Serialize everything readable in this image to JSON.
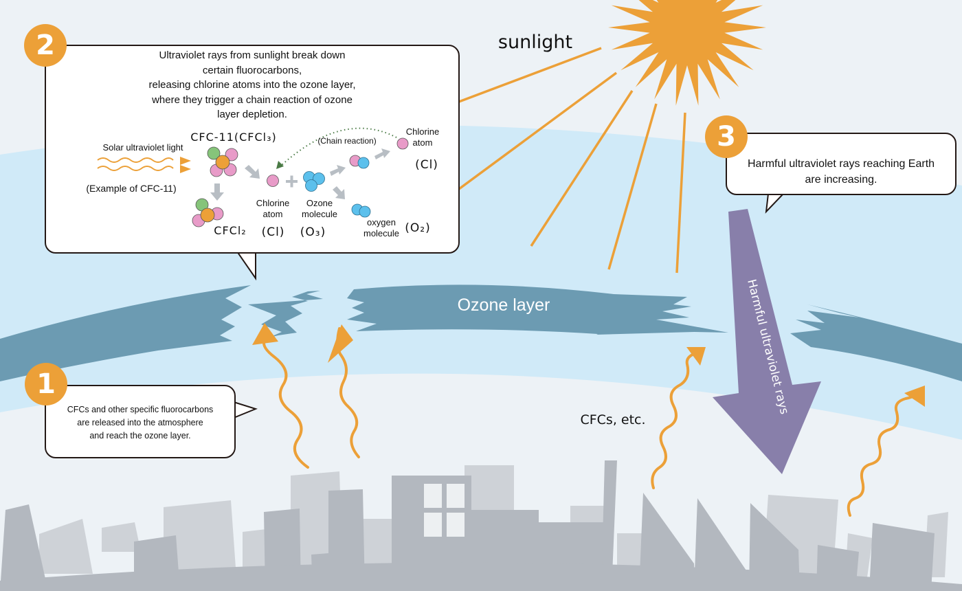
{
  "colors": {
    "sky": "#edf2f6",
    "atmosphere": "#d0eaf8",
    "ozone": "#6c9bb2",
    "sun": "#eca038",
    "uv_arrow": "#887faa",
    "city_back": "#ced2d7",
    "city_front": "#b3b8bf",
    "bubble_border": "#231815",
    "chlorine": "#e89bc8",
    "fluorine": "#86c47a",
    "carbon": "#eca038",
    "oxygen": "#5cc0ec",
    "chain_arrow": "#4a7a45",
    "process_arrow": "#b8bec4"
  },
  "sunlight_label": "sunlight",
  "ozone_layer_label": "Ozone layer",
  "cfcs_label": "CFCs, etc.",
  "uv_arrow_label": "Harmful ultraviolet rays",
  "callouts": {
    "one": {
      "number": "1",
      "lines": [
        "CFCs and other specific fluorocarbons",
        "are released into the atmosphere",
        "and reach the ozone layer."
      ]
    },
    "two": {
      "number": "2",
      "lines": [
        "Ultraviolet rays from sunlight break down",
        "certain fluorocarbons,",
        "releasing chlorine atoms into the ozone layer,",
        "where they trigger a chain reaction of ozone",
        "layer depletion."
      ],
      "diagram": {
        "solar_uv_label": "Solar ultraviolet light",
        "example_label": "(Example of CFC-11)",
        "cfc11_label": "CFC-11(CFCl₃)",
        "cfcl2_label": "CFCl₂",
        "chlorine_atom_label": [
          "Chlorine",
          "atom"
        ],
        "chlorine_symbol": "(Cl)",
        "ozone_molecule_label": [
          "Ozone",
          "molecule"
        ],
        "ozone_symbol": "(O₃)",
        "chain_reaction_label": "(Chain reaction)",
        "chlorine_atom_right_label": [
          "Chlorine",
          "atom"
        ],
        "chlorine_right_symbol": "(Cl)",
        "oxygen_molecule_label": [
          "oxygen",
          "molecule"
        ],
        "oxygen_symbol": "(O₂)"
      }
    },
    "three": {
      "number": "3",
      "lines": [
        "Harmful ultraviolet rays reaching Earth",
        "are increasing."
      ]
    }
  }
}
